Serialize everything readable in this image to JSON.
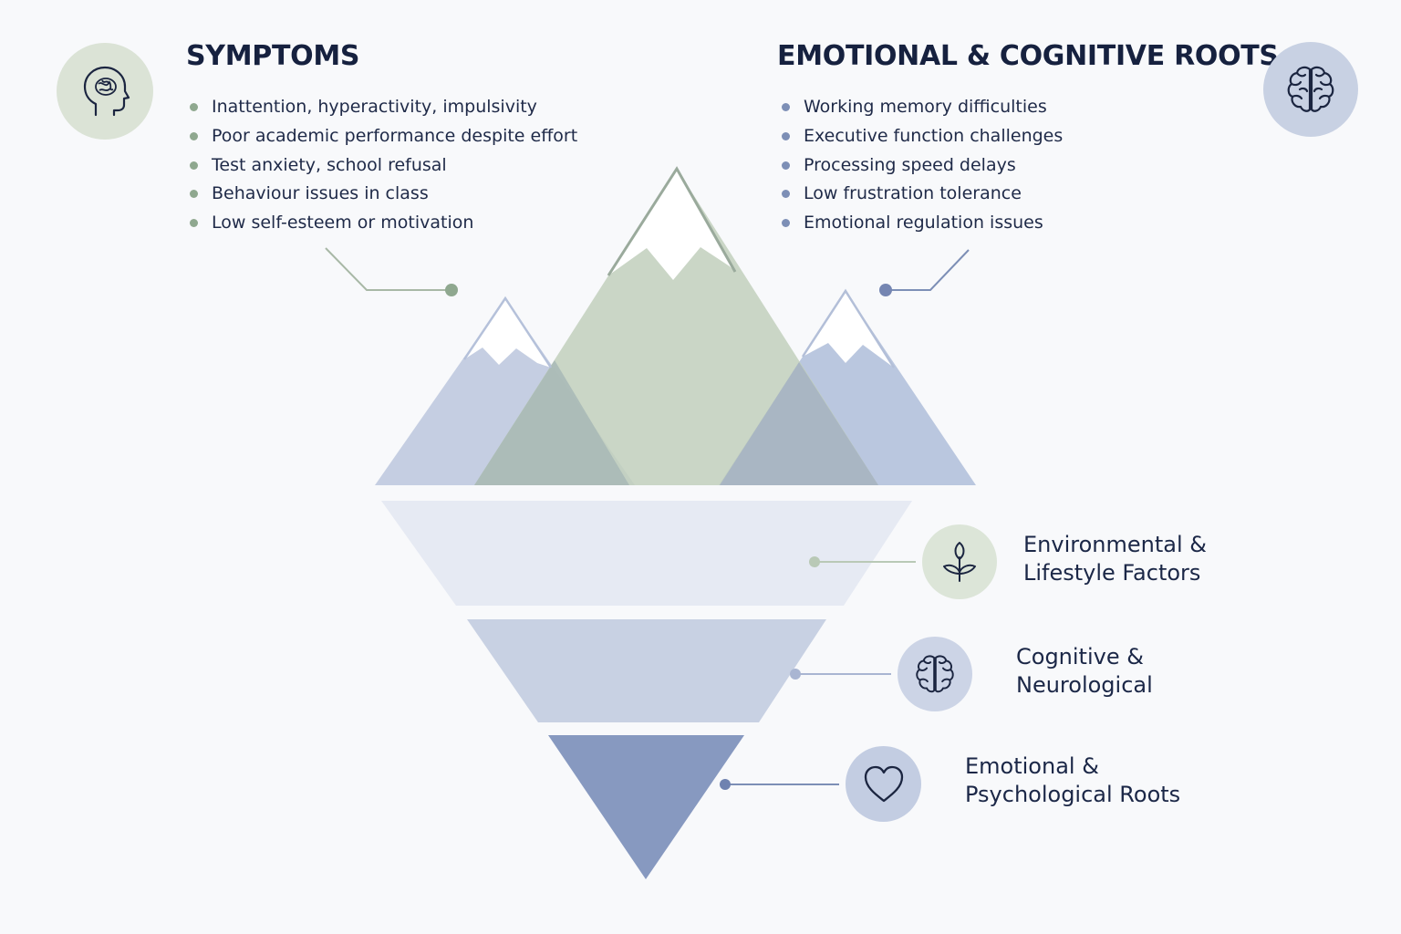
{
  "symptoms": {
    "title": "SYMPTOMS",
    "icon": "head-brain-icon",
    "items": [
      "Inattention, hyperactivity, impulsivity",
      "Poor academic performance despite effort",
      "Test anxiety, school refusal",
      "Behaviour issues in class",
      "Low self-esteem or motivation"
    ]
  },
  "roots": {
    "title": "EMOTIONAL & COGNITIVE ROOTS",
    "icon": "brain-icon",
    "items": [
      "Working memory difficulties",
      "Executive function challenges",
      "Processing speed delays",
      "Low frustration tolerance",
      "Emotional regulation issues"
    ]
  },
  "layers": [
    {
      "line1": "Environmental &",
      "line2": "Lifestyle Factors",
      "icon": "sprout-icon"
    },
    {
      "line1": "Cognitive &",
      "line2": "Neurological",
      "icon": "brain-icon"
    },
    {
      "line1": "Emotional &",
      "line2": "Psychological Roots",
      "icon": "heart-icon"
    }
  ],
  "colors": {
    "green_accent": "#8fa88f",
    "blue_accent": "#7d8fb6",
    "text_dark": "#16213f",
    "mountain_green": "#c4d1bf",
    "mountain_blue": "#bcc7dd",
    "layer_top": "#e6eaf3",
    "layer_middle": "#c8d1e3",
    "layer_bottom": "#8799c0"
  }
}
